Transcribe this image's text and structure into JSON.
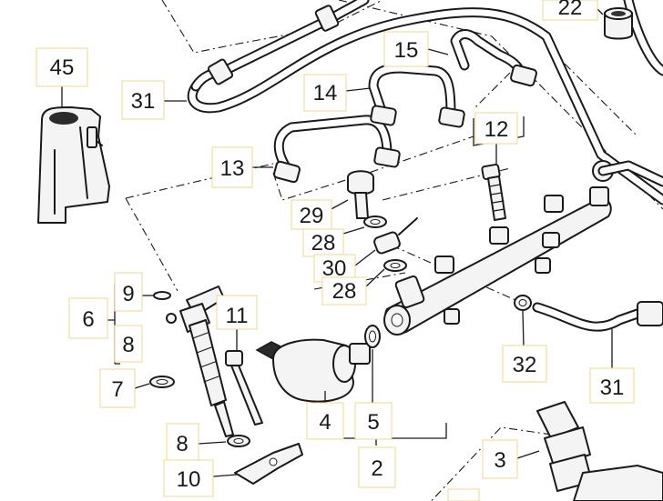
{
  "diagram": {
    "callouts": [
      {
        "id": "c22",
        "text": "22"
      },
      {
        "id": "c45",
        "text": "45"
      },
      {
        "id": "c15",
        "text": "15"
      },
      {
        "id": "c31a",
        "text": "31"
      },
      {
        "id": "c14",
        "text": "14"
      },
      {
        "id": "c12",
        "text": "12"
      },
      {
        "id": "c13",
        "text": "13"
      },
      {
        "id": "c29",
        "text": "29"
      },
      {
        "id": "c28a",
        "text": "28"
      },
      {
        "id": "c30",
        "text": "30"
      },
      {
        "id": "c28b",
        "text": "28"
      },
      {
        "id": "c9",
        "text": "9"
      },
      {
        "id": "c6",
        "text": "6"
      },
      {
        "id": "c8a",
        "text": "8"
      },
      {
        "id": "c11",
        "text": "11"
      },
      {
        "id": "c7",
        "text": "7"
      },
      {
        "id": "c32",
        "text": "32"
      },
      {
        "id": "c31b",
        "text": "31"
      },
      {
        "id": "c4",
        "text": "4"
      },
      {
        "id": "c5",
        "text": "5"
      },
      {
        "id": "c8b",
        "text": "8"
      },
      {
        "id": "c3",
        "text": "3"
      },
      {
        "id": "c10",
        "text": "10"
      },
      {
        "id": "c2",
        "text": "2"
      }
    ]
  }
}
